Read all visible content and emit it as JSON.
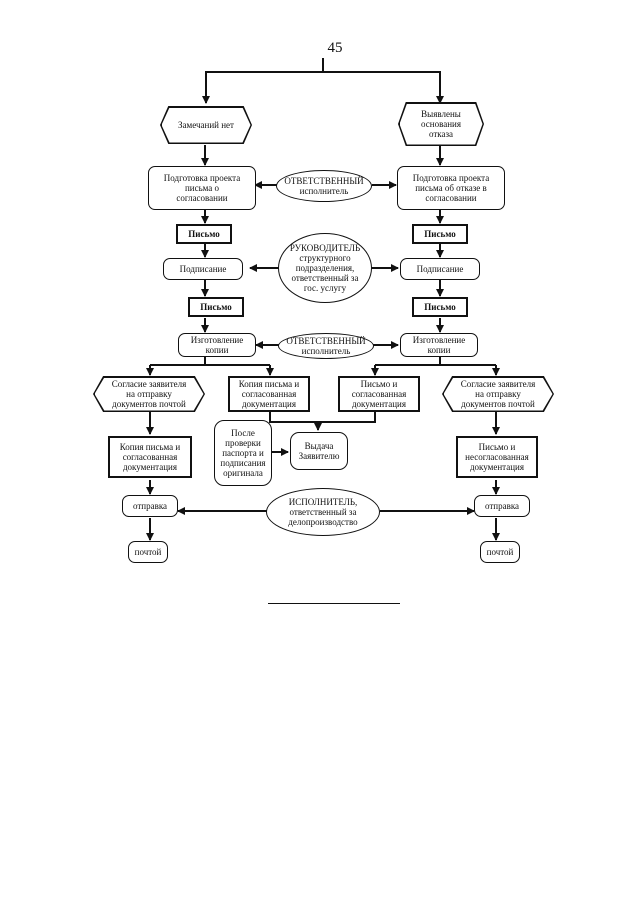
{
  "page_number": "45",
  "nodes": {
    "no_remarks": "Замечаний нет",
    "refusal_grounds": "Выявлены\nоснования\nотказа",
    "prep_approval": "Подготовка проекта\nписьма о\nсогласовании",
    "prep_refusal": "Подготовка проекта\nписьма об отказе в\nсогласовании",
    "responsible_1": "ОТВЕТСТВЕННЫЙ\nисполнитель",
    "letter_1": "Письмо",
    "letter_2": "Письмо",
    "head": "РУКОВОДИТЕЛЬ\nструктурного\nподразделения,\nответственный за\nгос. услугу",
    "signing_1": "Подписание",
    "signing_2": "Подписание",
    "letter_3": "Письмо",
    "letter_4": "Письмо",
    "copy_1": "Изготовление\nкопии",
    "copy_2": "Изготовление\nкопии",
    "responsible_2": "ОТВЕТСТВЕННЫЙ\nисполнитель",
    "consent_1": "Согласие заявителя\nна отправку\nдокументов почтой",
    "consent_2": "Согласие заявителя\nна отправку\nдокументов почтой",
    "copy_letter_docs": "Копия письма и\nсогласованная\nдокументация",
    "letter_docs": "Письмо и\nсогласованная\nдокументация",
    "after_check": "После\nпроверки\nпаспорта и\nподписания\nоригинала",
    "issue": "Выдача\nЗаявителю",
    "copy_letter_docs_2": "Копия письма и\nсогласованная\nдокументация",
    "letter_unapproved": "Письмо и\nнесогласованная\nдокументация",
    "executor": "ИСПОЛНИТЕЛЬ,\nответственный за\nделопроизводство",
    "send_1": "отправка",
    "send_2": "отправка",
    "mail_1": "почтой",
    "mail_2": "почтой"
  }
}
